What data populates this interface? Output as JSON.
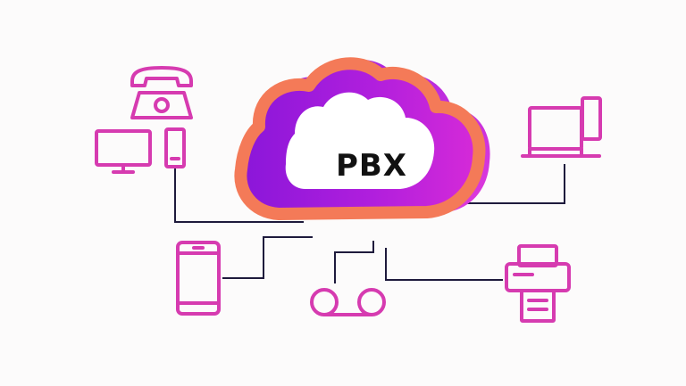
{
  "diagram": {
    "center_label": "PBX",
    "colors": {
      "background": "#fcfbfb",
      "icon": "#d63bb0",
      "line": "#1e1a3c",
      "cloud_outline": "#f47a58",
      "cloud_fill_start": "#8a16d9",
      "cloud_fill_end": "#d62ad8",
      "cloud_inner": "#ffffff",
      "text": "#111111"
    },
    "devices": [
      {
        "name": "desk-phone",
        "icon": "telephone-icon"
      },
      {
        "name": "desktop-computer",
        "icon": "desktop-computer-icon"
      },
      {
        "name": "mobile-phone",
        "icon": "smartphone-icon"
      },
      {
        "name": "voicemail",
        "icon": "voicemail-icon"
      },
      {
        "name": "laptop",
        "icon": "laptop-icon"
      },
      {
        "name": "printer",
        "icon": "printer-icon"
      }
    ]
  }
}
